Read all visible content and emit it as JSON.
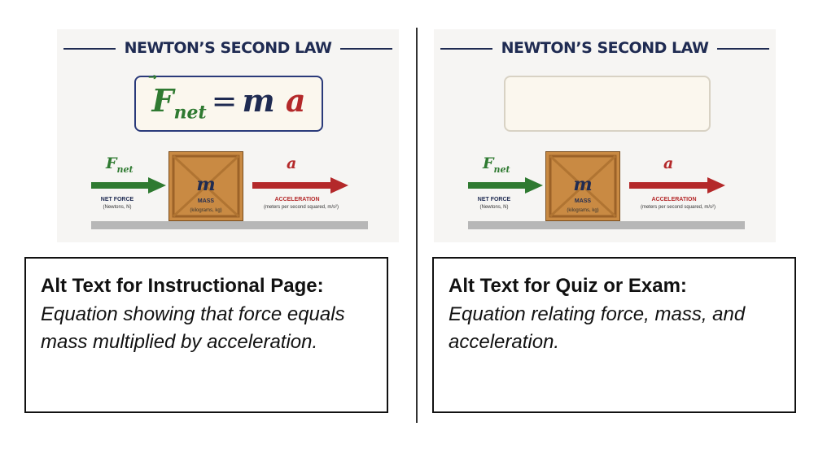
{
  "left": {
    "title": "NEWTON’S SECOND LAW",
    "equation": {
      "f": "F",
      "f_sub": "net",
      "equals": "=",
      "m": "m",
      "a": "a"
    },
    "diagram": {
      "fnet_symbol": "F",
      "fnet_sub": "net",
      "net_force_label": "NET FORCE",
      "net_force_units": "(Newtons, N)",
      "mass_symbol": "m",
      "mass_label": "MASS",
      "mass_units": "(kilograms, kg)",
      "accel_symbol": "a",
      "accel_label": "ACCELERATION",
      "accel_units": "(meters per second squared, m/s²)"
    },
    "alt_heading": "Alt Text for Instructional Page:",
    "alt_body": "Equation showing that force equals mass multiplied by acceleration."
  },
  "right": {
    "title": "NEWTON’S SECOND LAW",
    "diagram": {
      "fnet_symbol": "F",
      "fnet_sub": "net",
      "net_force_label": "NET FORCE",
      "net_force_units": "(Newtons, N)",
      "mass_symbol": "m",
      "mass_label": "MASS",
      "mass_units": "(kilograms, kg)",
      "accel_symbol": "a",
      "accel_label": "ACCELERATION",
      "accel_units": "(meters per second squared, m/s²)"
    },
    "alt_heading": "Alt Text for Quiz or Exam:",
    "alt_body": "Equation relating force, mass, and acceleration."
  },
  "colors": {
    "navy": "#1f2b52",
    "force_green": "#2f7a31",
    "accel_red": "#b4292a",
    "crate": "#c98a43"
  }
}
